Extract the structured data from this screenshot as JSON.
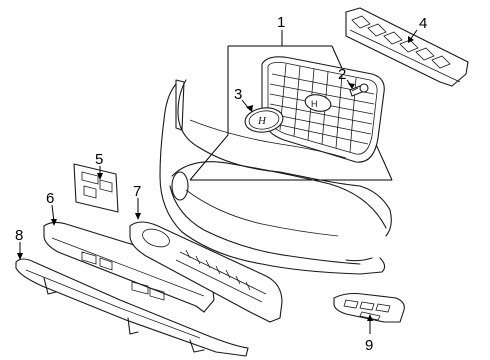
{
  "callouts": [
    {
      "id": "1",
      "label": "1"
    },
    {
      "id": "2",
      "label": "2"
    },
    {
      "id": "3",
      "label": "3"
    },
    {
      "id": "4",
      "label": "4"
    },
    {
      "id": "5",
      "label": "5"
    },
    {
      "id": "6",
      "label": "6"
    },
    {
      "id": "7",
      "label": "7"
    },
    {
      "id": "8",
      "label": "8"
    },
    {
      "id": "9",
      "label": "9"
    }
  ],
  "colors": {
    "line": "#1a1a1a",
    "background": "#ffffff"
  }
}
